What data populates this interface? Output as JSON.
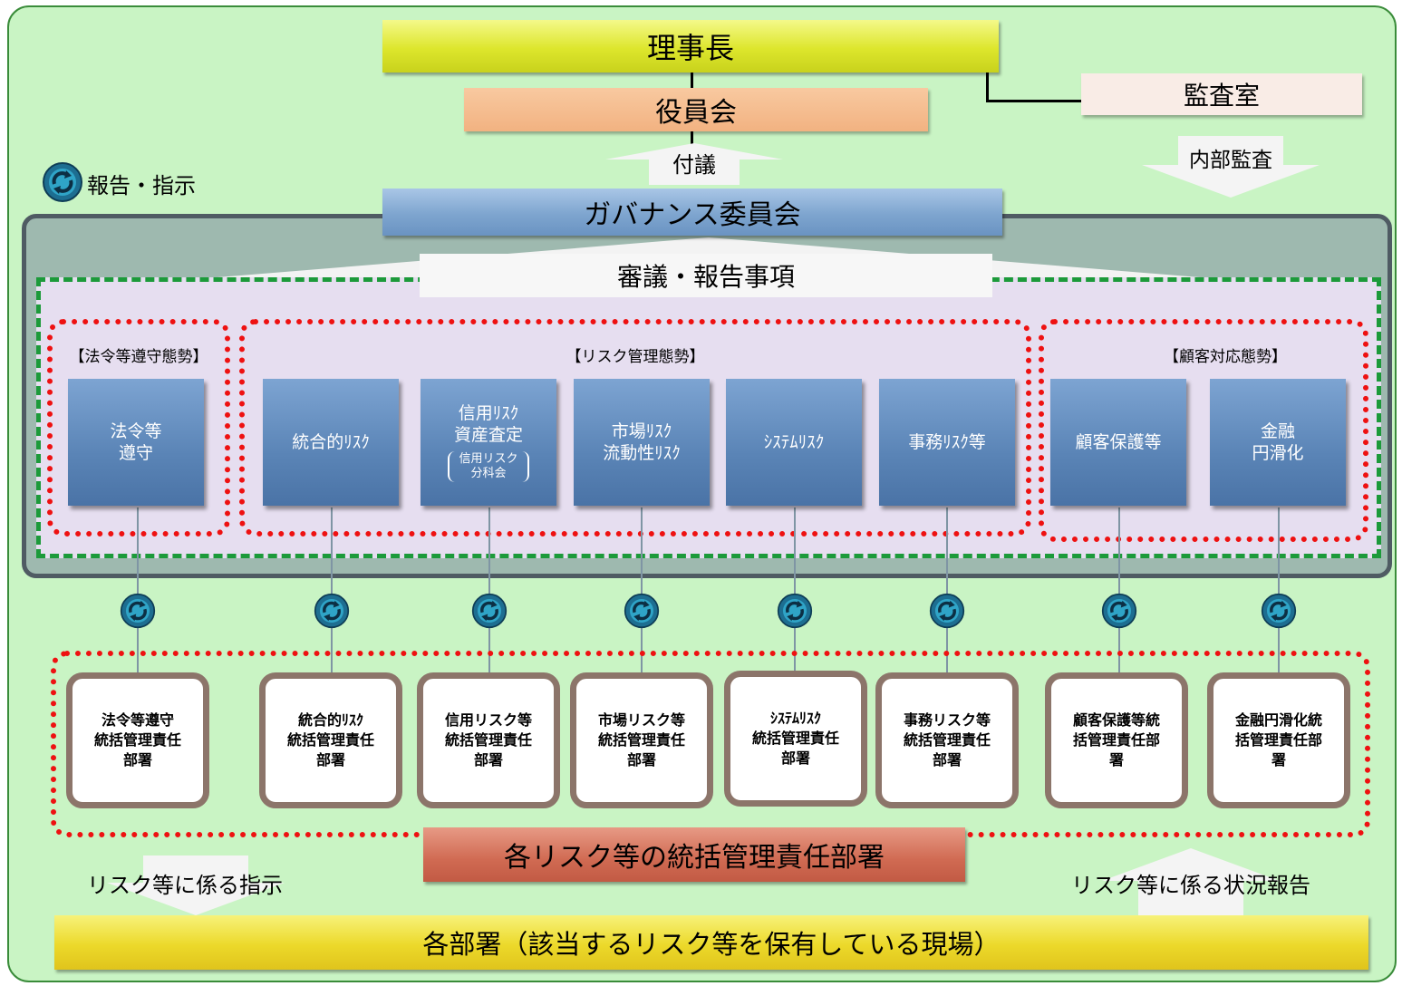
{
  "chairman": "理事長",
  "board": "役員会",
  "audit_office": "監査室",
  "internal_audit": "内部監査",
  "submission": "付議",
  "legend": "報告・指示",
  "governance_committee": "ガバナンス委員会",
  "deliberation": "審議・報告事項",
  "groups": {
    "compliance": "【法令等遵守態勢】",
    "risk": "【リスク管理態勢】",
    "customer": "【顧客対応態勢】"
  },
  "committees": [
    {
      "lines": [
        "法令等",
        "遵守"
      ]
    },
    {
      "lines": [
        "統合的ﾘｽｸ"
      ]
    },
    {
      "lines": [
        "信用ﾘｽｸ",
        "資産査定"
      ],
      "note": [
        "信用リスク",
        "分科会"
      ]
    },
    {
      "lines": [
        "市場ﾘｽｸ",
        "流動性ﾘｽｸ"
      ]
    },
    {
      "lines": [
        "ｼｽﾃﾑﾘｽｸ"
      ]
    },
    {
      "lines": [
        "事務ﾘｽｸ等"
      ]
    },
    {
      "lines": [
        "顧客保護等"
      ]
    },
    {
      "lines": [
        "金融",
        "円滑化"
      ]
    }
  ],
  "departments": [
    {
      "lines": [
        "法令等遵守",
        "統括管理責任",
        "部署"
      ]
    },
    {
      "lines": [
        "統合的ﾘｽｸ",
        "統括管理責任",
        "部署"
      ]
    },
    {
      "lines": [
        "信用リスク等",
        "統括管理責任",
        "部署"
      ]
    },
    {
      "lines": [
        "市場リスク等",
        "統括管理責任",
        "部署"
      ]
    },
    {
      "lines": [
        "ｼｽﾃﾑﾘｽｸ",
        "統括管理責任",
        "部署"
      ]
    },
    {
      "lines": [
        "事務リスク等",
        "統括管理責任",
        "部署"
      ]
    },
    {
      "lines": [
        "顧客保護等統",
        "括管理責任部",
        "署"
      ]
    },
    {
      "lines": [
        "金融円滑化統",
        "括管理責任部",
        "署"
      ]
    }
  ],
  "responsible_depts": "各リスク等の統括管理責任部署",
  "instruction": "リスク等に係る指示",
  "status_report": "リスク等に係る状況報告",
  "field_depts": "各部署（該当するリスク等を保有している現場）",
  "colors": {
    "red_dotted": "#ee1111",
    "green_dashed": "#1c9a3a",
    "committee_blue": "#5a84b6"
  }
}
